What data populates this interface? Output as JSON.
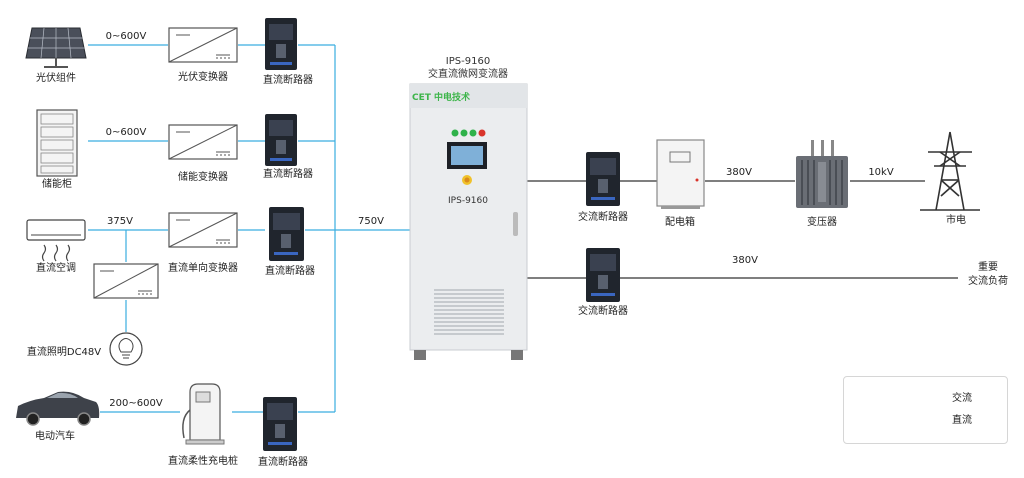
{
  "components": {
    "pv_module": "光伏组件",
    "pv_converter": "光伏变换器",
    "storage_cabinet": "储能柜",
    "storage_converter": "储能变换器",
    "dc_ac": "直流空调",
    "dc_unidirectional_converter": "直流单向变换器",
    "dc_lighting": "直流照明DC48V",
    "ev": "电动汽车",
    "dc_flexible_charger": "直流柔性充电桩",
    "dc_breaker": "直流断路器",
    "ac_breaker": "交流断路器",
    "distribution_box": "配电箱",
    "transformer": "变压器",
    "grid": "市电",
    "important_ac_load": [
      "重要",
      "交流负荷"
    ]
  },
  "cabinet": {
    "model": "IPS-9160",
    "name": "交直流微网变流器",
    "panel_label": "IPS-9160",
    "brand": "CET 中电技术"
  },
  "voltages": {
    "pv": "0~600V",
    "storage": "0~600V",
    "dc_ac": "375V",
    "ev": "200~600V",
    "bus": "750V",
    "ac_dist": "380V",
    "hv": "10kV",
    "ac_load": "380V"
  },
  "legend": {
    "ac": "交流",
    "dc": "直流"
  },
  "colors": {
    "ac_line": "#333333",
    "dc_line": "#3aaee0",
    "brand_green": "#3db54a"
  }
}
